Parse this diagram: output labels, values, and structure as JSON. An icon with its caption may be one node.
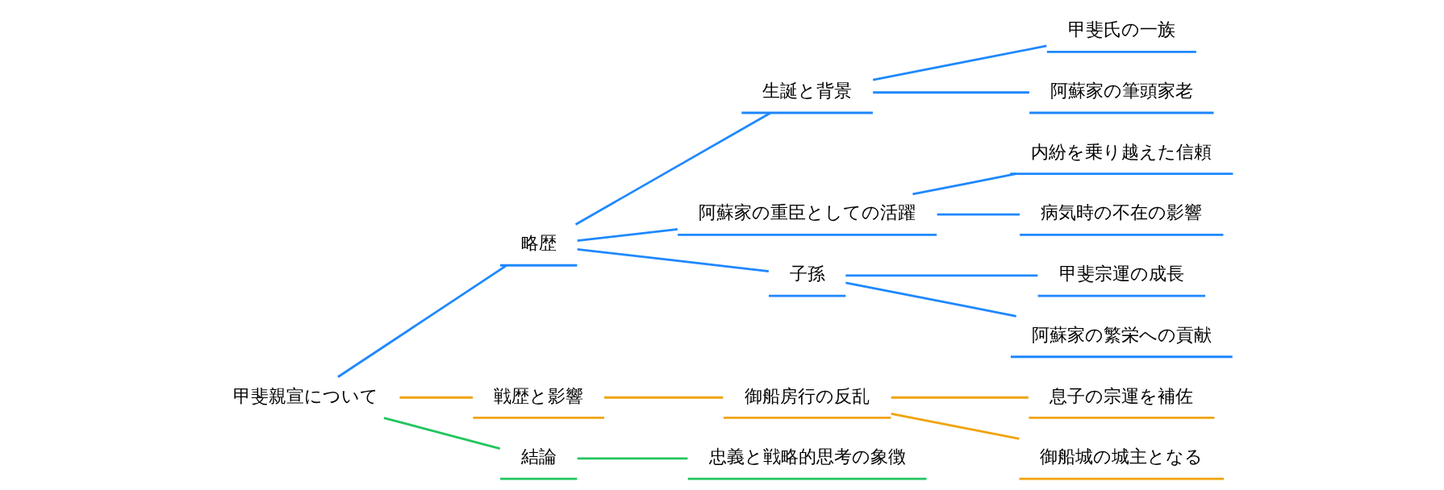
{
  "diagram": {
    "nodes": [
      {
        "text": [
          "甲斐親宣について"
        ]
      },
      {
        "text": [
          "略歴"
        ]
      },
      {
        "text": [
          "生誕と背景"
        ]
      },
      {
        "text": [
          "甲斐氏の一族"
        ]
      },
      {
        "text": [
          "阿蘇家の筆頭家老"
        ]
      },
      {
        "text": [
          "阿蘇家の重臣としての活躍"
        ]
      },
      {
        "text": [
          "内紛を乗り越えた信頼"
        ]
      },
      {
        "text": [
          "病気時の不在の影響"
        ]
      },
      {
        "text": [
          "子孫"
        ]
      },
      {
        "text": [
          "甲斐宗運の成長"
        ]
      },
      {
        "text": [
          "阿蘇家の繁栄への貢献"
        ]
      },
      {
        "text": [
          "戦歴と影響"
        ]
      },
      {
        "text": [
          "御船房行の反乱"
        ]
      },
      {
        "text": [
          "息子の宗運を補佐"
        ]
      },
      {
        "text": [
          "御船城の城主となる"
        ]
      },
      {
        "text": [
          "結論"
        ]
      },
      {
        "text": [
          "忠義と戦略的思考の象徴"
        ]
      }
    ],
    "edges": [
      {
        "from": 0,
        "to": 1,
        "arrow": "none"
      },
      {
        "from": 1,
        "to": 2,
        "arrow": "none"
      },
      {
        "from": 2,
        "to": 3,
        "arrow": "none"
      },
      {
        "from": 2,
        "to": 4,
        "arrow": "none"
      },
      {
        "from": 1,
        "to": 5,
        "arrow": "none"
      },
      {
        "from": 5,
        "to": 6,
        "arrow": "none"
      },
      {
        "from": 5,
        "to": 7,
        "arrow": "none"
      },
      {
        "from": 1,
        "to": 8,
        "arrow": "none"
      },
      {
        "from": 8,
        "to": 9,
        "arrow": "none"
      },
      {
        "from": 8,
        "to": 10,
        "arrow": "none"
      },
      {
        "from": 0,
        "to": 11,
        "arrow": "none",
        "color": "#f0a30a"
      },
      {
        "from": 11,
        "to": 12,
        "arrow": "none",
        "color": "#f0a30a"
      },
      {
        "from": 12,
        "to": 13,
        "arrow": "none",
        "color": "#f0a30a"
      },
      {
        "from": 12,
        "to": 14,
        "arrow": "none",
        "color": "#f0a30a"
      },
      {
        "from": 0,
        "to": 15,
        "arrow": "none",
        "color": "#22c55e"
      },
      {
        "from": 15,
        "to": 16,
        "arrow": "none",
        "color": "#22c55e"
      }
    ]
  }
}
